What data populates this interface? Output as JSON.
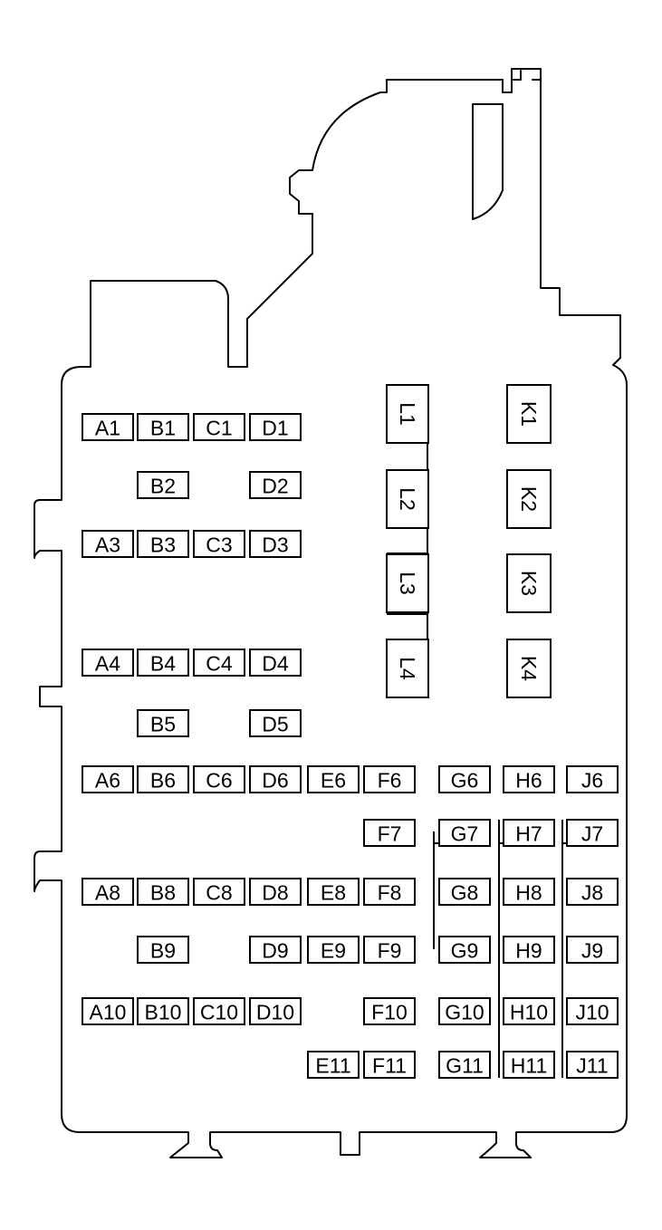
{
  "fuse_rows": [
    [
      "A1",
      "B1",
      "C1",
      "D1"
    ],
    [
      "B2",
      "D2"
    ],
    [
      "A3",
      "B3",
      "C3",
      "D3"
    ],
    [
      "A4",
      "B4",
      "C4",
      "D4"
    ],
    [
      "B5",
      "D5"
    ],
    [
      "A6",
      "B6",
      "C6",
      "D6",
      "E6",
      "F6",
      "G6",
      "H6",
      "J6"
    ],
    [
      "F7",
      "G7",
      "H7",
      "J7"
    ],
    [
      "A8",
      "B8",
      "C8",
      "D8",
      "E8",
      "F8",
      "G8",
      "H8",
      "J8"
    ],
    [
      "B9",
      "D9",
      "E9",
      "F9",
      "G9",
      "H9",
      "J9"
    ],
    [
      "A10",
      "B10",
      "C10",
      "D10",
      "F10",
      "G10",
      "H10",
      "J10"
    ],
    [
      "E11",
      "F11",
      "G11",
      "H11",
      "J11"
    ]
  ],
  "relays_left": [
    "L1",
    "L2",
    "L3",
    "L4"
  ],
  "relays_right": [
    "K1",
    "K2",
    "K3",
    "K4"
  ]
}
